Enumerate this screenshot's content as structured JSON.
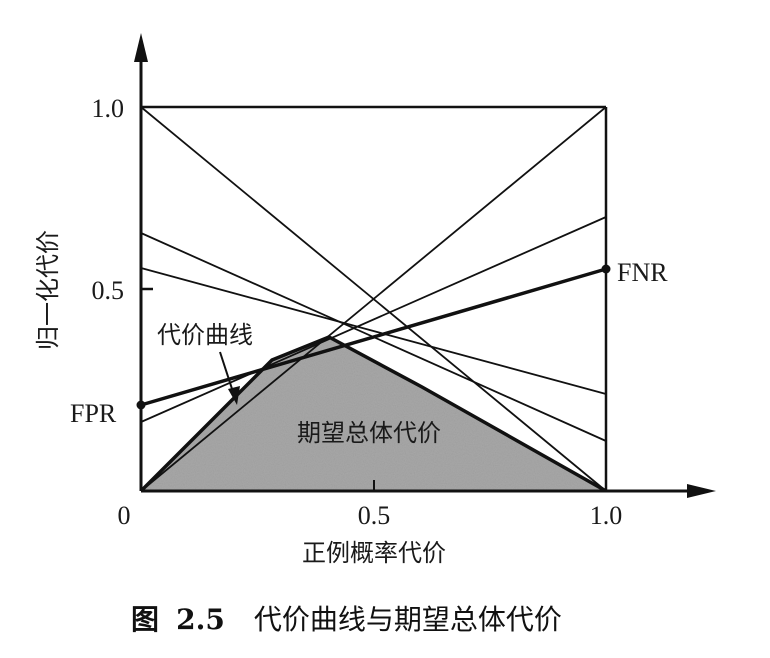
{
  "figure": {
    "caption_prefix": "图",
    "caption_number": "2.5",
    "caption_text": "代价曲线与期望总体代价"
  },
  "axes": {
    "xlabel": "正例概率代价",
    "ylabel": "归一化代价",
    "x_ticks": [
      "0",
      "0.5",
      "1.0"
    ],
    "y_ticks": [
      "0.5",
      "1.0"
    ]
  },
  "annotations": {
    "fpr": "FPR",
    "fnr": "FNR",
    "cost_curve": "代价曲线",
    "area": "期望总体代价"
  },
  "colors": {
    "line": "#111111",
    "area_fill": "#a8a8a8",
    "background": "#ffffff"
  },
  "chart_data": {
    "type": "line",
    "title": "图 2.5 代价曲线与期望总体代价",
    "xlabel": "正例概率代价",
    "ylabel": "归一化代价",
    "xlim": [
      0,
      1
    ],
    "ylim": [
      0,
      1
    ],
    "x_ticks": [
      0,
      0.5,
      1.0
    ],
    "y_ticks": [
      0,
      0.5,
      1.0
    ],
    "grid": false,
    "series": [
      {
        "name": "line (0,1)-(1,0)",
        "x": [
          0,
          1
        ],
        "y": [
          1.0,
          0.0
        ]
      },
      {
        "name": "line (0,0)-(1,1)",
        "x": [
          0,
          1
        ],
        "y": [
          0.0,
          1.0
        ]
      },
      {
        "name": "line (0,0.65)-(1,0.13)",
        "x": [
          0,
          1
        ],
        "y": [
          0.65,
          0.13
        ]
      },
      {
        "name": "line (0,0.56)-(1,0.25)",
        "x": [
          0,
          1
        ],
        "y": [
          0.56,
          0.25
        ]
      },
      {
        "name": "line (0,0.18)-(1,0.71)",
        "x": [
          0,
          1
        ],
        "y": [
          0.18,
          0.71
        ]
      },
      {
        "name": "FPR-FNR (highlighted)",
        "x": [
          0,
          1
        ],
        "y": [
          0.22,
          0.58
        ],
        "bold": true
      }
    ],
    "envelope": {
      "name": "期望总体代价 (lower envelope, shaded)",
      "x": [
        0,
        0.34,
        0.49,
        0.73,
        1.0
      ],
      "y": [
        0,
        0.34,
        0.4,
        0.27,
        0
      ]
    },
    "annotations": [
      {
        "text": "FPR",
        "x": 0,
        "y": 0.22
      },
      {
        "text": "FNR",
        "x": 1,
        "y": 0.58
      },
      {
        "text": "代价曲线",
        "arrow_to": [
          0.24,
          0.23
        ]
      },
      {
        "text": "期望总体代价",
        "x": 0.5,
        "y": 0.15
      }
    ]
  }
}
